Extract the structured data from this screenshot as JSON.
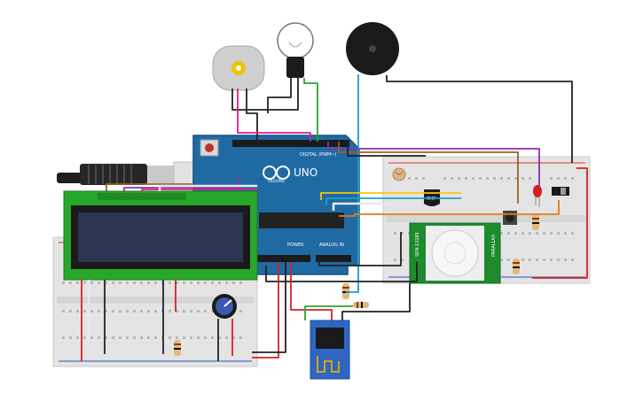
{
  "arduino": {
    "brand_label": "UNO",
    "digital_header_label": "DIGITAL (PWM~)",
    "power_label": "POWER",
    "analog_label": "ANALOG IN",
    "logo_label": "ARDUINO"
  },
  "sensors": {
    "temp_sensor_label": "TMP",
    "pir_label_left": "SEN-13285",
    "pir_label_right": "PARALLAX"
  },
  "icons": [
    "dc-motor-icon",
    "light-bulb-icon",
    "piezo-buzzer-icon",
    "usb-cable-icon",
    "potentiometer-icon",
    "photoresistor-icon",
    "led-icon",
    "pushbutton-icon",
    "slide-switch-icon",
    "wifi-module-icon"
  ],
  "colors": {
    "arduino_blue": "#1f6aa3",
    "breadboard": "#e4e4e4",
    "lcd_green": "#27a82a",
    "lcd_screen": "#2a3552",
    "pir_green": "#1e8b2f",
    "esp_blue": "#2f66c4",
    "wire_red": "#d62020",
    "wire_black": "#222222",
    "wire_green": "#2aa52a",
    "wire_purple": "#8a2fb0",
    "wire_orange": "#e07c14",
    "wire_cyan": "#1a9fd0",
    "wire_yellow": "#f2c80f",
    "wire_brown": "#9a6227"
  }
}
